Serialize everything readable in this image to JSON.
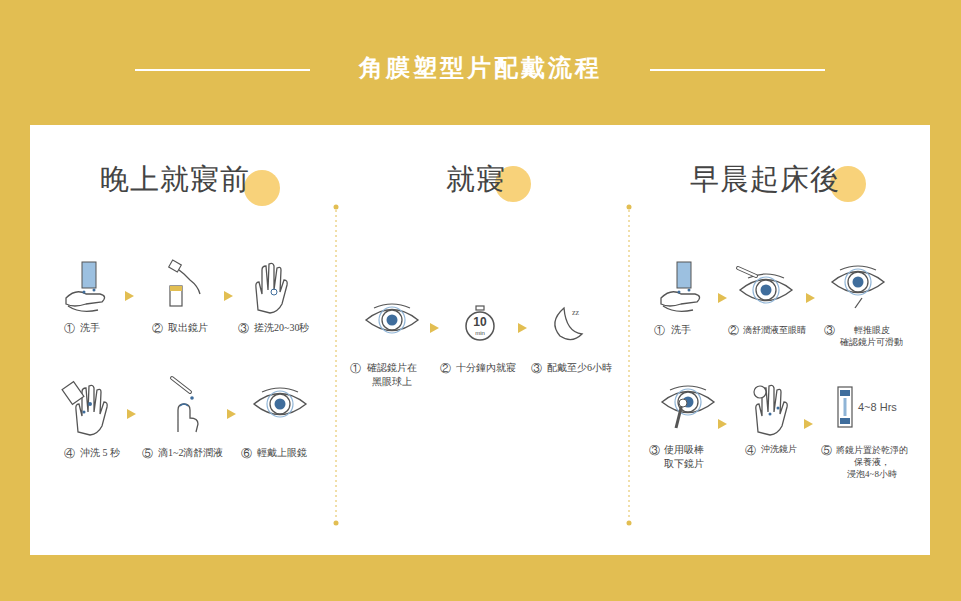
{
  "diagram": {
    "title": "角膜塑型片配戴流程",
    "labels": [
      "晚上就寢前",
      "就寢",
      "早晨起床後",
      "①",
      "洗手",
      "②",
      "取出鏡片",
      "③",
      "搓洗20~30秒",
      "④",
      "沖洗 5 秒",
      "⑤",
      "滴1~2滴舒潤液",
      "⑥",
      "輕戴上眼鏡",
      "①",
      "確認鏡片在 黑眼球上",
      "②",
      "十分鐘內就寢",
      "③",
      "配戴至少6小時",
      "①",
      "洗手",
      "②",
      "滴舒潤液至眼睛",
      "③",
      "輕推眼皮 確認鏡片可滑動",
      "③",
      "使用吸棒 取下鏡片",
      "④",
      "沖洗鏡片",
      "⑤",
      "將鏡片置於乾淨的 保養液，浸泡4~8小時",
      "10",
      "min",
      "zz",
      "4~8 Hrs"
    ]
  }
}
